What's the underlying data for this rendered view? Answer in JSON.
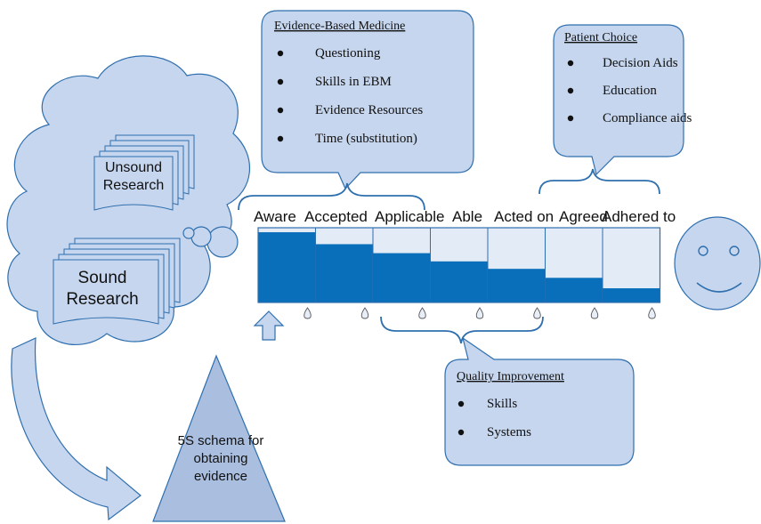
{
  "colors": {
    "fill_light": "#c6d6ee",
    "fill_bar": "#0a6fba",
    "stroke": "#2f6fae",
    "bar_top": "#e3ebf7"
  },
  "cloud": {
    "unsound_label": [
      "Unsound",
      "Research"
    ],
    "sound_label": [
      "Sound",
      "Research"
    ]
  },
  "pyramid": {
    "label": [
      "5S schema for",
      "obtaining",
      "evidence"
    ]
  },
  "pipeline": {
    "stages": [
      "Aware",
      "Accepted",
      "Applicable",
      "Able",
      "Acted on",
      "Agreed",
      "Adhered to"
    ],
    "remaining_fraction": [
      0.94,
      0.78,
      0.66,
      0.55,
      0.45,
      0.33,
      0.19
    ]
  },
  "callouts": {
    "ebm": {
      "title": "Evidence-Based Medicine",
      "items": [
        "Questioning",
        "Skills in EBM",
        "Evidence Resources",
        "Time (substitution)"
      ]
    },
    "patient": {
      "title": "Patient Choice",
      "items": [
        "Decision Aids",
        "Education",
        "Compliance aids"
      ]
    },
    "quality": {
      "title": "Quality Improvement",
      "items": [
        "Skills",
        "Systems"
      ]
    }
  },
  "icons": {
    "smiley": "smiley-face-icon",
    "drop": "droplet-icon",
    "arrow_up": "up-arrow-icon",
    "curved_arrow": "curved-arrow-icon",
    "bullet": "bullet-dot"
  }
}
